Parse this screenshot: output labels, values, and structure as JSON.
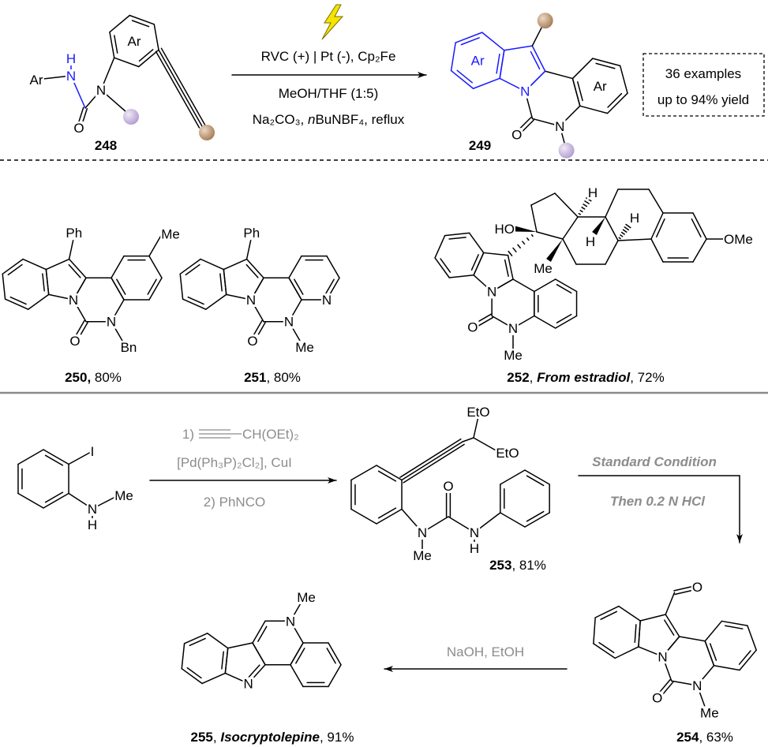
{
  "scheme": {
    "top": {
      "reagent_line1": "RVC (+) | Pt (-), Cp₂Fe",
      "reagent_line2": "MeOH/THF (1:5)",
      "reagent_line3a": "Na₂CO₃, ",
      "reagent_line3b": "n",
      "reagent_line3c": "BuNBF₄, reflux",
      "scope_line1": "36 examples",
      "scope_line2": "up to 94% yield"
    },
    "compounds": {
      "c248": {
        "number": "248"
      },
      "c249": {
        "number": "249"
      },
      "c250": {
        "number": "250,",
        "yield": " 80%"
      },
      "c251": {
        "number": "251",
        "yield": ", 80%"
      },
      "c252": {
        "number": "252",
        "sep": ", ",
        "name": "From estradiol",
        "yield": ", 72%"
      },
      "c253": {
        "number": "253",
        "yield": ", 81%"
      },
      "c254": {
        "number": "254",
        "yield": ", 63%"
      },
      "c255": {
        "number": "255",
        "sep": ", ",
        "name": "Isocryptolepine",
        "yield": ", 91%"
      }
    },
    "bottom": {
      "step1_prefix": "1)",
      "step1_suffix": "CH(OEt)₂",
      "step1_line2": "[Pd(Ph₃P)₂Cl₂], CuI",
      "step1_line3": "2) PhNCO",
      "step2_line1": "Standard Condition",
      "step2_line2": "Then 0.2 N HCl",
      "step3": "NaOH, EtOH"
    }
  },
  "atoms": {
    "Ar": "Ar",
    "N": "N",
    "H": "H",
    "O": "O",
    "Ph": "Ph",
    "Me": "Me",
    "Bn": "Bn",
    "HO": "HO",
    "OMe": "OMe",
    "EtO": "EtO",
    "I": "I"
  },
  "colors": {
    "highlight": "#1a1aff",
    "ball_substituent": "#b8916c",
    "ball_n_substituent": "#c6b3df",
    "reagent_gray": "#8c8c8c",
    "divider": "#8a8a8a",
    "lightning": "#f5e400"
  }
}
